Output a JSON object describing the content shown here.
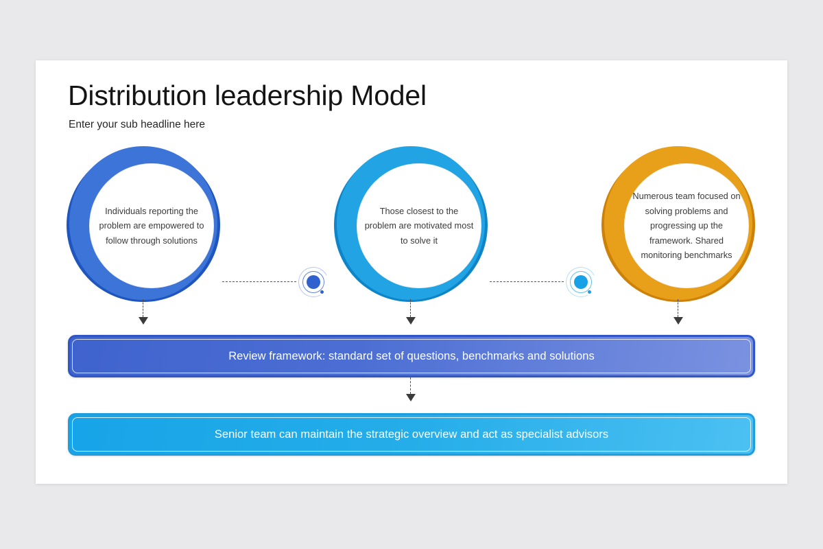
{
  "page": {
    "background_color": "#e9e9eb",
    "card_color": "#ffffff"
  },
  "header": {
    "title": "Distribution leadership Model",
    "subtitle": "Enter your sub headline here"
  },
  "circles": [
    {
      "id": "circle-1",
      "text": "Individuals reporting the problem are empowered to follow through solutions",
      "color_dark": "#1f55bf",
      "color_light": "#3d74d8"
    },
    {
      "id": "circle-2",
      "text": "Those closest to the problem are motivated most to solve it",
      "color_dark": "#0f85c9",
      "color_light": "#22a3e4"
    },
    {
      "id": "circle-3",
      "text": "Numerous team focused on solving problems and progressing up the framework. Shared monitoring benchmarks",
      "color_dark": "#cd8108",
      "color_light": "#e8a01b"
    }
  ],
  "connectors": [
    {
      "id": "connector-1",
      "core_color": "#2f62cf",
      "ring_color": "#5f86dc",
      "faint_color": "#b9c9ef"
    },
    {
      "id": "connector-2",
      "core_color": "#17a1e6",
      "ring_color": "#5ec1ef",
      "faint_color": "#b6e0f7"
    }
  ],
  "bars": [
    {
      "id": "bar-review",
      "text": "Review framework: standard set of questions, benchmarks and solutions",
      "color": "#4c6ed4",
      "border_color": "#2f56c4"
    },
    {
      "id": "bar-senior",
      "text": "Senior team can maintain the strategic overview and act as specialist advisors",
      "color": "#25ade9",
      "border_color": "#1f9ddd"
    }
  ]
}
